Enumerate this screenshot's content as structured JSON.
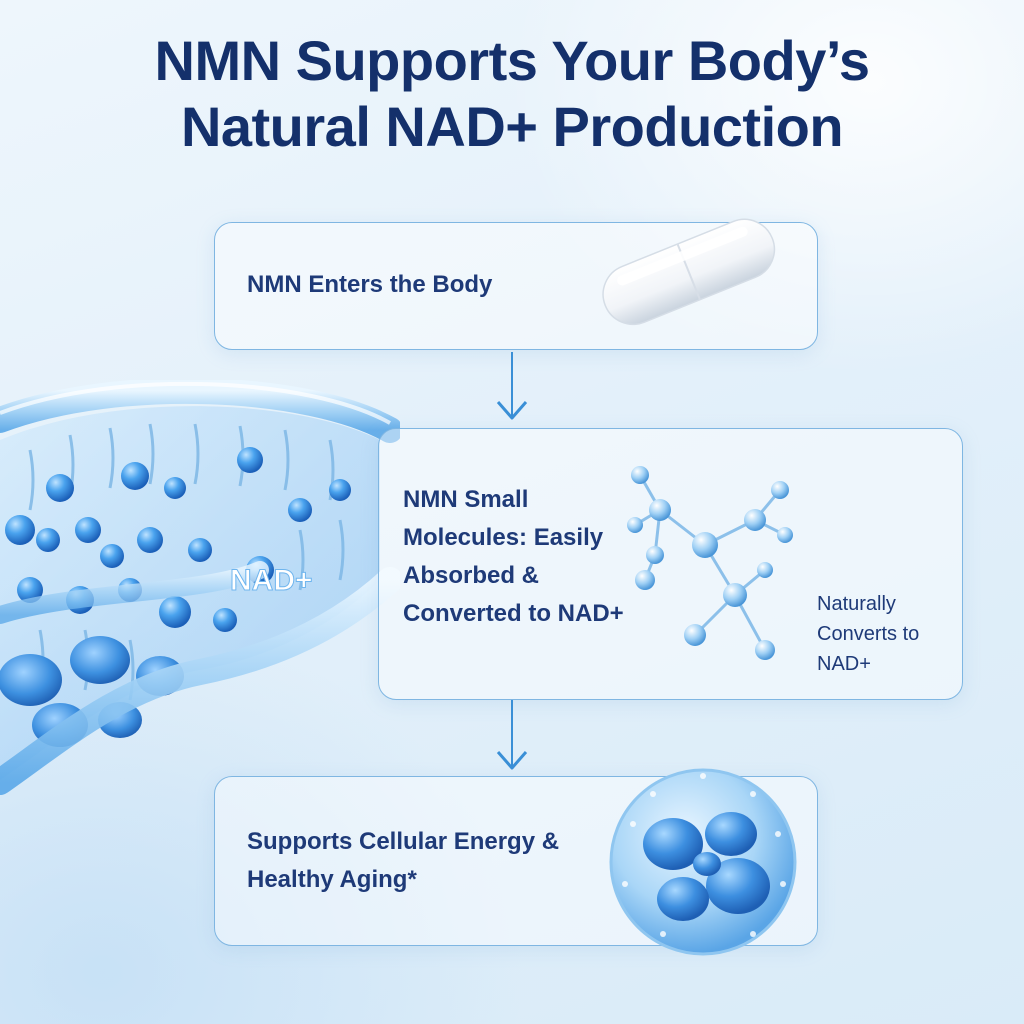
{
  "title": {
    "line1": "NMN Supports Your Body’s",
    "line2": "Natural NAD+ Production"
  },
  "steps": [
    {
      "text": "NMN Enters the Body",
      "icon": "capsule-icon"
    },
    {
      "text": "NMN Small Molecules: Easily Absorbed & Converted to NAD+",
      "side_text": "Naturally Converts to NAD+",
      "icon": "molecule-icon"
    },
    {
      "text": "Supports Cellular Energy & Healthy Aging*",
      "icon": "cell-icon"
    }
  ],
  "membrane": {
    "label": "NAD+",
    "icon": "cell-membrane-illustration"
  },
  "colors": {
    "title": "#14306b",
    "text": "#1e3a78",
    "border": "#7fb6e2",
    "arrow": "#3a8fd6",
    "accent_blue": "#2f86d8"
  }
}
